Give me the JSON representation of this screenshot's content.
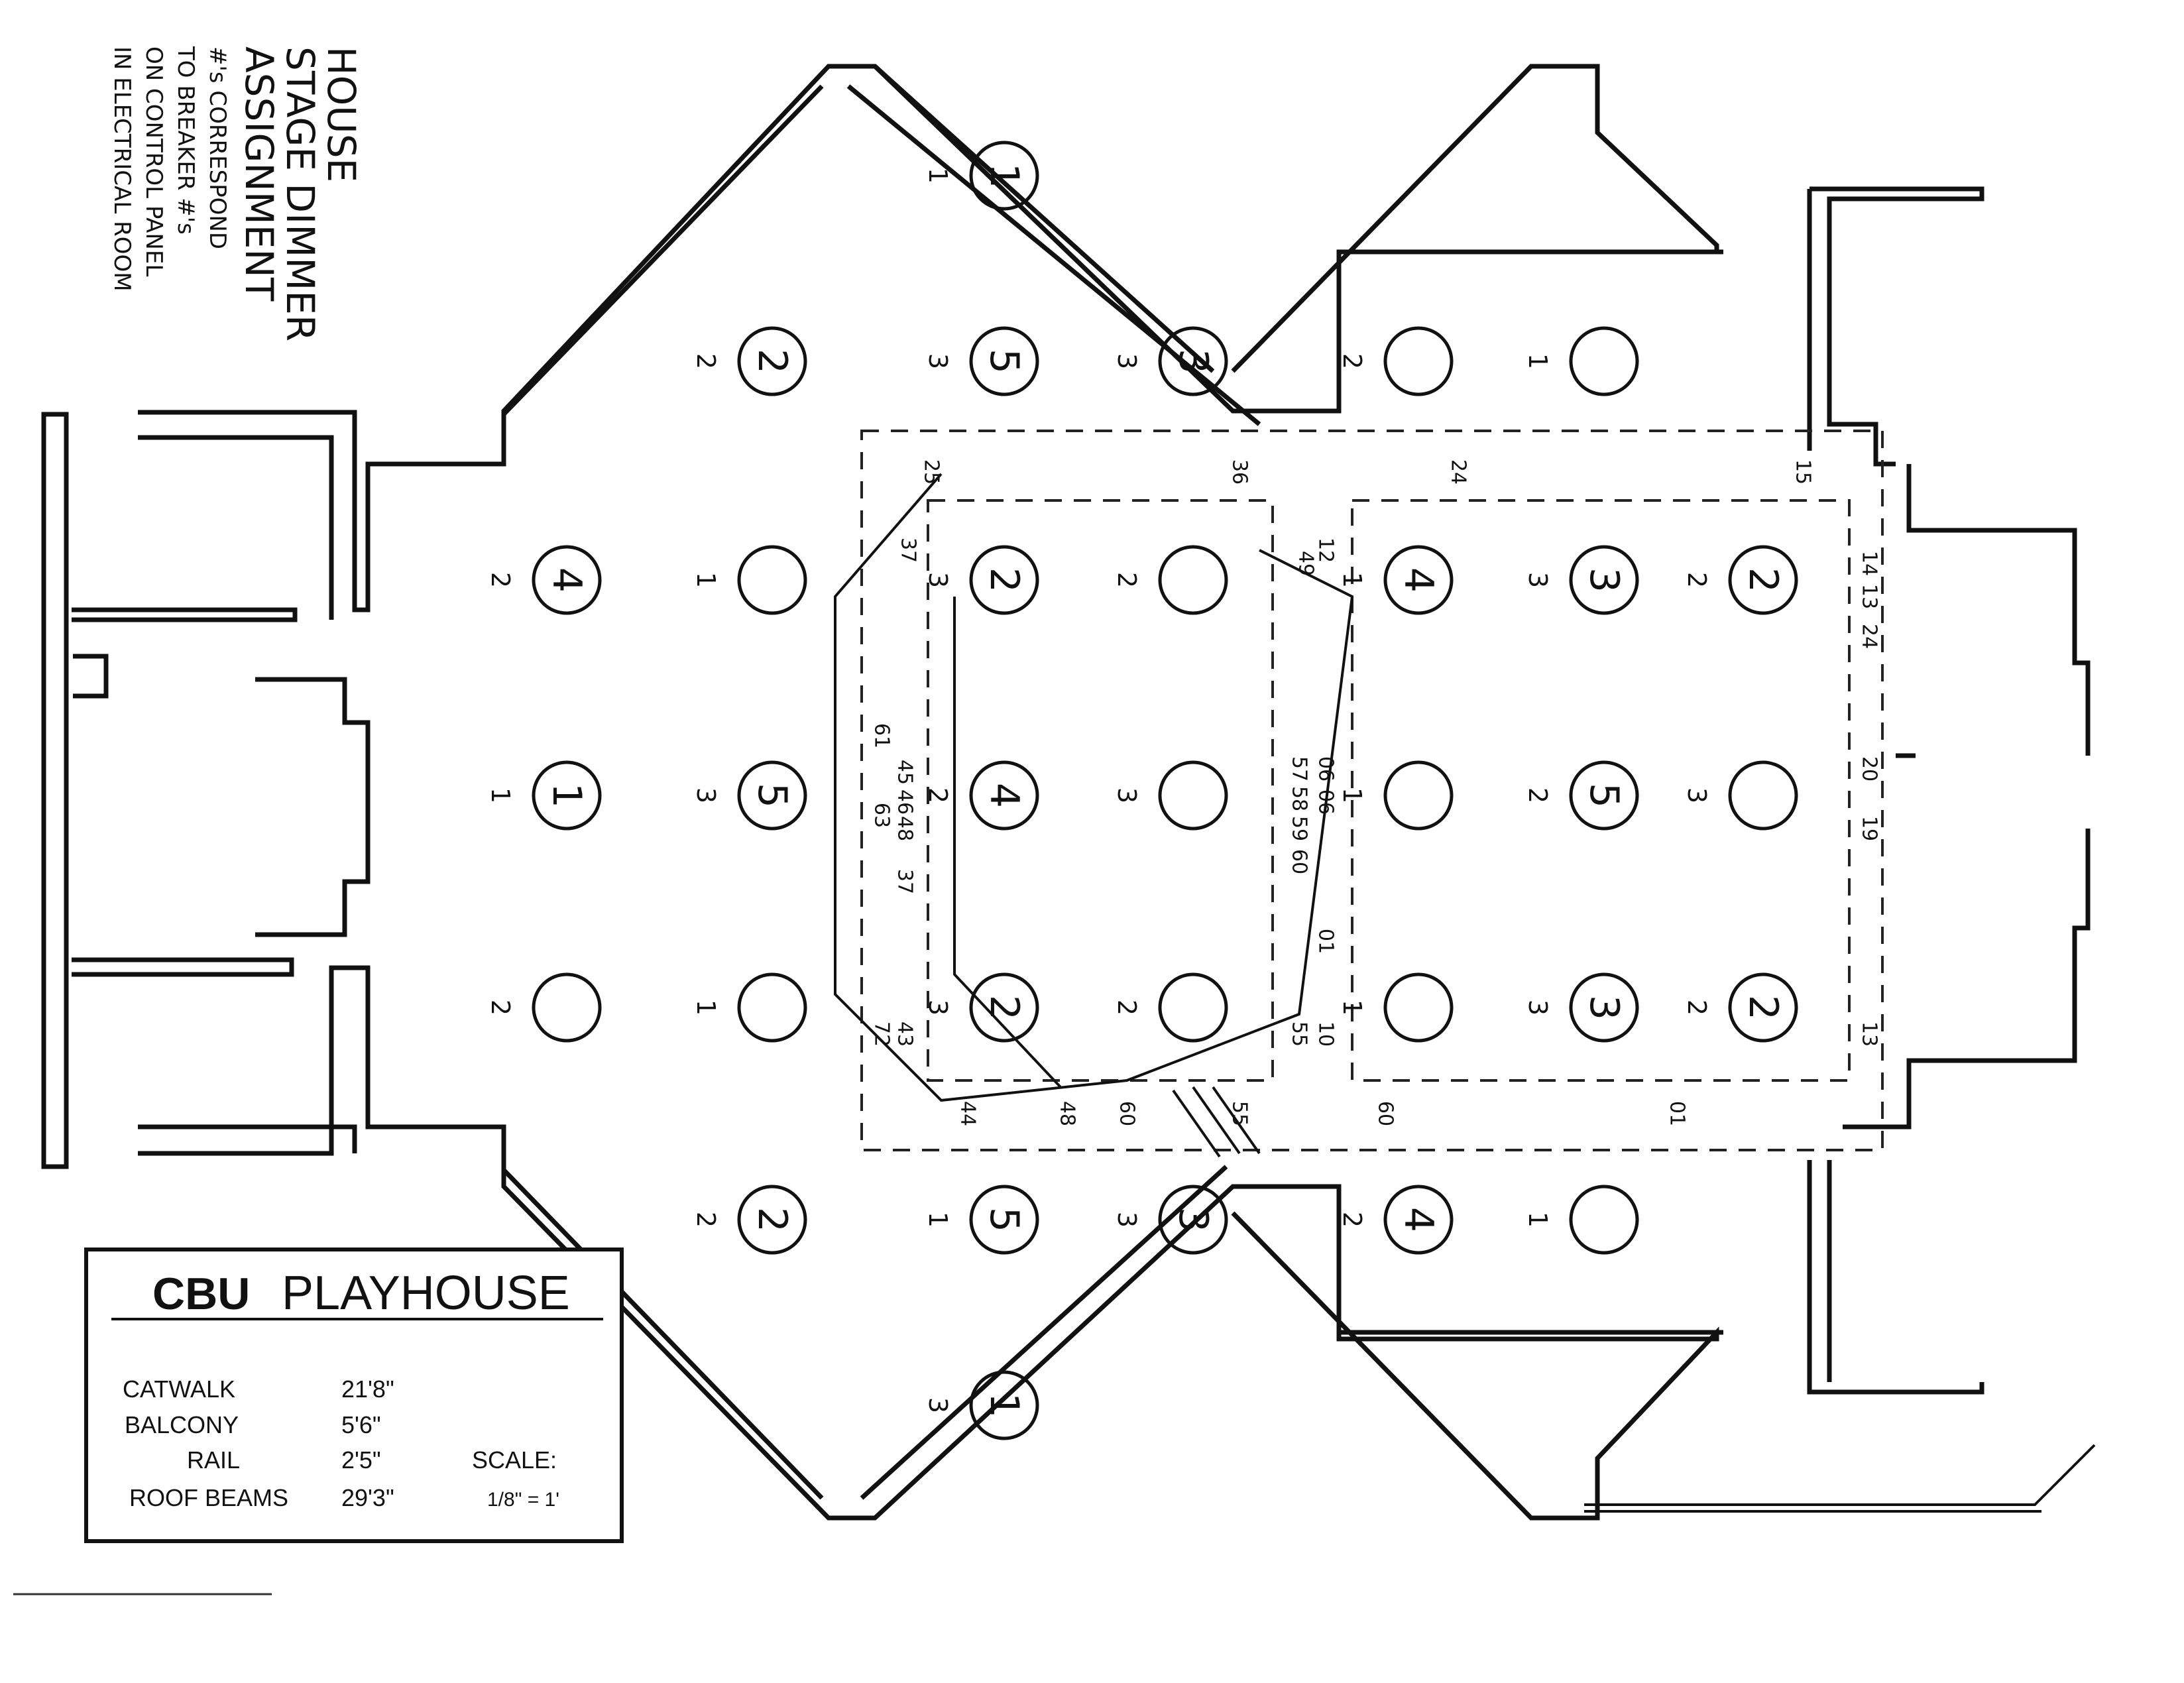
{
  "note": {
    "lines": [
      "HOUSE",
      "STAGE DIMMER",
      "ASSIGNMENT"
    ],
    "sub_lines": [
      "#'s CORRESPOND",
      "TO BREAKER #'s",
      "ON CONTROL PANEL",
      "IN ELECTRICAL ROOM"
    ]
  },
  "title_block": {
    "name_bold": "CBU",
    "name_light": "PLAYHOUSE",
    "rows": [
      {
        "label": "CATWALK",
        "value": "21'8\""
      },
      {
        "label": "BALCONY",
        "value": "5'6\""
      },
      {
        "label": "RAIL",
        "value": "2'5\""
      },
      {
        "label": "ROOF BEAMS",
        "value": "29'3\""
      }
    ],
    "scale_label": "SCALE:",
    "scale_value": "1/8\" = 1'"
  },
  "dimmer_circles": [
    {
      "num": "1",
      "side": "1"
    },
    {
      "num": "2",
      "side": "2"
    },
    {
      "num": "5",
      "side": "3"
    },
    {
      "num": "3",
      "side": "3"
    },
    {
      "num": "",
      "side": "2"
    },
    {
      "num": "",
      "side": "1"
    },
    {
      "num": "4",
      "side": "2"
    },
    {
      "num": "",
      "side": "1"
    },
    {
      "num": "2",
      "side": "3"
    },
    {
      "num": "",
      "side": "2"
    },
    {
      "num": "4",
      "side": "1"
    },
    {
      "num": "3",
      "side": "3"
    },
    {
      "num": "2",
      "side": "2"
    },
    {
      "num": "1",
      "side": "1"
    },
    {
      "num": "5",
      "side": "3"
    },
    {
      "num": "4",
      "side": "2"
    },
    {
      "num": "",
      "side": "3"
    },
    {
      "num": "",
      "side": "1"
    },
    {
      "num": "5",
      "side": "2"
    },
    {
      "num": "",
      "side": "3"
    },
    {
      "num": "",
      "side": "2"
    },
    {
      "num": "",
      "side": "1"
    },
    {
      "num": "2",
      "side": "3"
    },
    {
      "num": "",
      "side": "2"
    },
    {
      "num": "",
      "side": "1"
    },
    {
      "num": "3",
      "side": "3"
    },
    {
      "num": "2",
      "side": "2"
    },
    {
      "num": "2",
      "side": "2"
    },
    {
      "num": "5",
      "side": "1"
    },
    {
      "num": "3",
      "side": "3"
    },
    {
      "num": "4",
      "side": "2"
    },
    {
      "num": "",
      "side": "1"
    },
    {
      "num": "1",
      "side": "3"
    }
  ],
  "circuit_labels": [
    "25",
    "36",
    "24",
    "15",
    "37",
    "12",
    "49",
    "14",
    "13",
    "24",
    "61",
    "45",
    "46",
    "48",
    "63",
    "37",
    "57",
    "58",
    "59",
    "60",
    "06",
    "06",
    "20",
    "19",
    "72",
    "43",
    "55",
    "10",
    "01",
    "13",
    "44",
    "48",
    "60",
    "55",
    "60",
    "01"
  ]
}
